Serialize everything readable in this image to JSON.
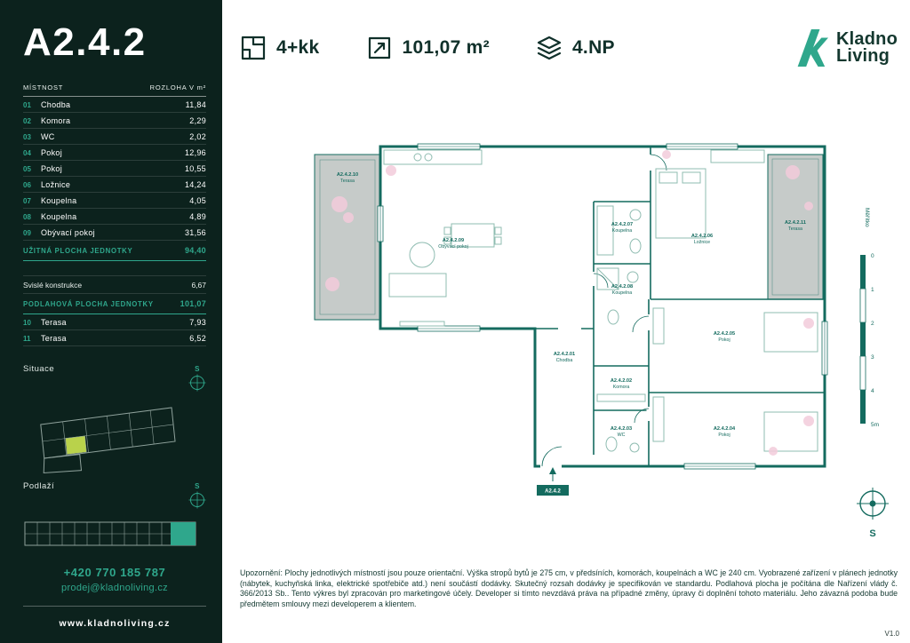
{
  "version": "V1.0",
  "header": {
    "layout_value": "4+kk",
    "area_value": "101,07 m²",
    "floor_value": "4.NP",
    "brand_line1": "Kladno",
    "brand_line2": "Living"
  },
  "sidebar": {
    "unit_title": "A2.4.2",
    "table": {
      "header_room": "MÍSTNOST",
      "header_area": "ROZLOHA V m²",
      "rows": [
        {
          "num": "01",
          "name": "Chodba",
          "area": "11,84"
        },
        {
          "num": "02",
          "name": "Komora",
          "area": "2,29"
        },
        {
          "num": "03",
          "name": "WC",
          "area": "2,02"
        },
        {
          "num": "04",
          "name": "Pokoj",
          "area": "12,96"
        },
        {
          "num": "05",
          "name": "Pokoj",
          "area": "10,55"
        },
        {
          "num": "06",
          "name": "Ložnice",
          "area": "14,24"
        },
        {
          "num": "07",
          "name": "Koupelna",
          "area": "4,05"
        },
        {
          "num": "08",
          "name": "Koupelna",
          "area": "4,89"
        },
        {
          "num": "09",
          "name": "Obývací pokoj",
          "area": "31,56"
        }
      ],
      "usable_label": "UŽITNÁ PLOCHA JEDNOTKY",
      "usable_value": "94,40",
      "vertical_label": "Svislé konstrukce",
      "vertical_value": "6,67",
      "floor_label": "PODLAHOVÁ PLOCHA JEDNOTKY",
      "floor_value": "101,07",
      "terrace_rows": [
        {
          "num": "10",
          "name": "Terasa",
          "area": "7,93"
        },
        {
          "num": "11",
          "name": "Terasa",
          "area": "6,52"
        }
      ]
    },
    "situace_label": "Situace",
    "podlazi_label": "Podlaží",
    "compass_letter": "S",
    "phone": "+420 770 185 787",
    "email": "prodej@kladnoliving.cz",
    "website": "www.kladnoliving.cz"
  },
  "plan": {
    "unit_badge": "A2.4.2",
    "scale_title": "Měřítko",
    "scale_ticks": [
      "0",
      "1",
      "2",
      "3",
      "4",
      "5m"
    ],
    "compass_letter": "S",
    "rooms": [
      {
        "id": "A2.4.2.10",
        "name": "Terasa"
      },
      {
        "id": "A2.4.2.09",
        "name": "Obývací pokoj"
      },
      {
        "id": "A2.4.2.07",
        "name": "Koupelna"
      },
      {
        "id": "A2.4.2.06",
        "name": "Ložnice"
      },
      {
        "id": "A2.4.2.11",
        "name": "Terasa"
      },
      {
        "id": "A2.4.2.08",
        "name": "Koupelna"
      },
      {
        "id": "A2.4.2.01",
        "name": "Chodba"
      },
      {
        "id": "A2.4.2.02",
        "name": "Komora"
      },
      {
        "id": "A2.4.2.03",
        "name": "WC"
      },
      {
        "id": "A2.4.2.05",
        "name": "Pokoj"
      },
      {
        "id": "A2.4.2.04",
        "name": "Pokoj"
      }
    ]
  },
  "footer": {
    "disclaimer": "Upozornění: Plochy jednotlivých místností jsou pouze orientační. Výška stropů bytů je 275 cm, v předsíních, komorách, koupelnách a WC je 240 cm. Vyobrazené zařízení v plánech jednotky (nábytek, kuchyňská linka, elektrické spotřebiče atd.) není součástí dodávky. Skutečný rozsah dodávky je specifikován ve standardu. Podlahová plocha je počítána dle Nařízení vlády č. 366/2013 Sb.. Tento výkres byl zpracován pro marketingové účely. Developer si tímto nevzdává práva na případné změny, úpravy či doplnění tohoto materiálu. Jeho závazná podoba bude předmětem smlouvy mezi developerem a klientem."
  }
}
